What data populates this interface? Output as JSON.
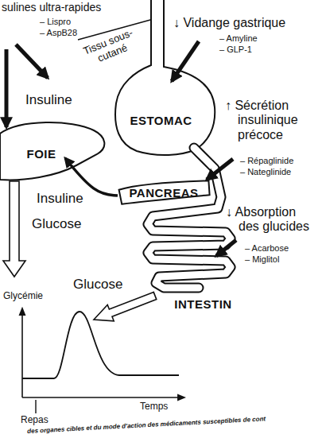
{
  "diagram": {
    "caption": "des organes cibles et du mode d'action des médicaments susceptibles de cont",
    "nodes": [
      {
        "text": [
          "FOIE"
        ]
      },
      {
        "text": [
          "ESTOMAC"
        ]
      },
      {
        "text": [
          "PANCREAS"
        ]
      },
      {
        "text": [
          "INTESTIN"
        ]
      }
    ],
    "edges": [
      {
        "from": 2,
        "to": 0,
        "arrow": "to",
        "label": "Insuline"
      }
    ],
    "labels": [
      "sulines ultra-rapides",
      "– Lispro",
      "– AspB28",
      "Tissu sous-cutané",
      "Insuline",
      "↓ Vidange gastrique",
      "– Amyline",
      "– GLP-1",
      "↑ Sécrétion insulinique précoce",
      "– Répaglinide",
      "– Nateglinide",
      "Glucose",
      "↓ Absorption des glucides",
      "– Acarbose",
      "– Miglitol",
      "Glucose",
      "Glycémie",
      "Temps",
      "Repas"
    ]
  }
}
